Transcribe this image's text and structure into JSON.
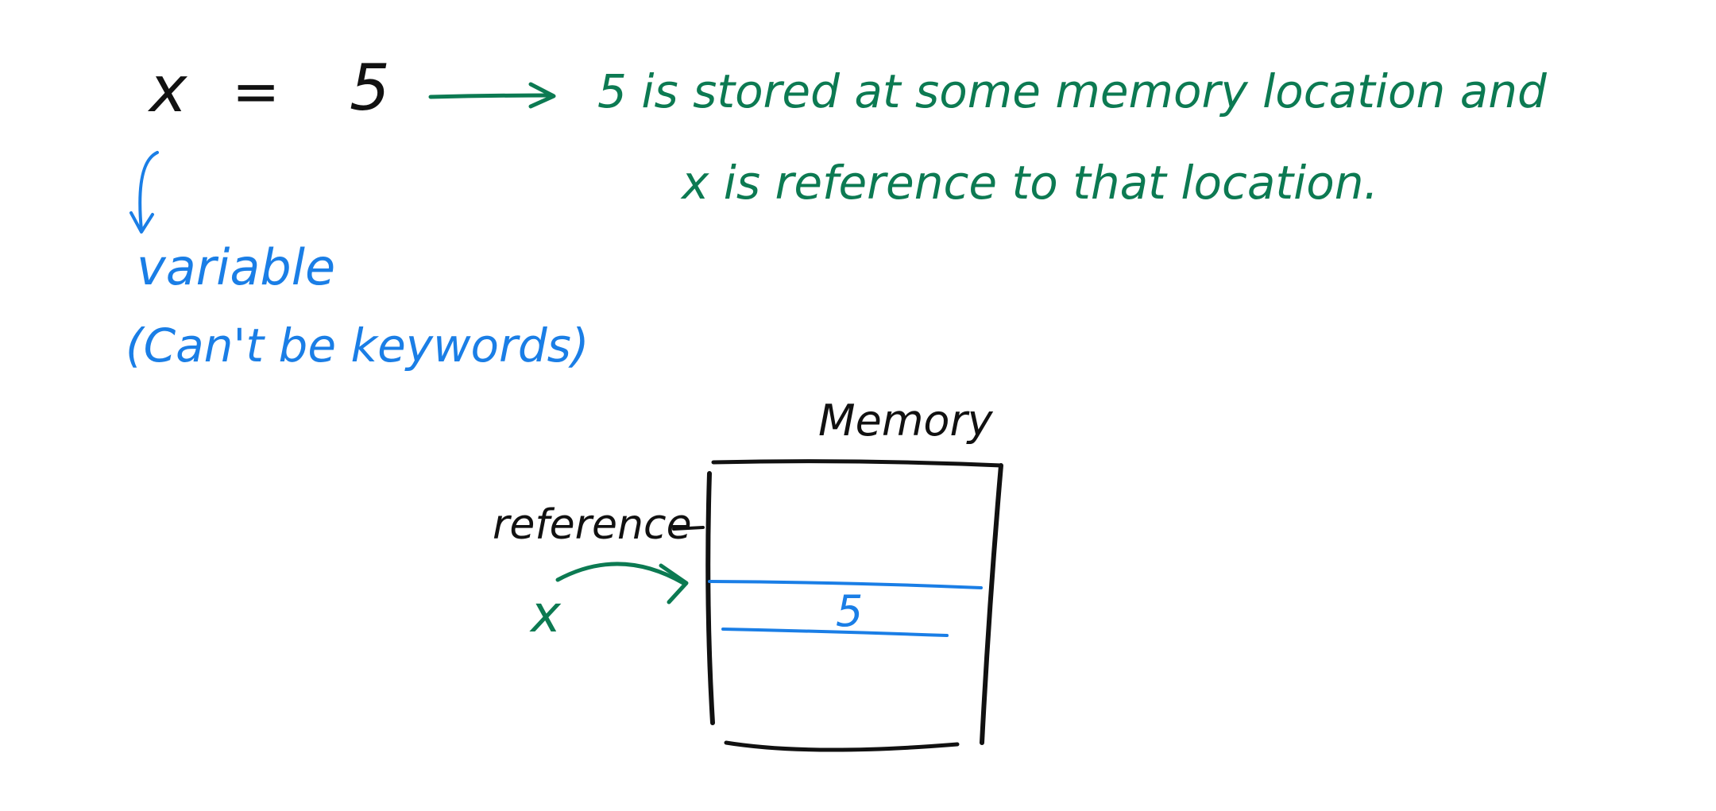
{
  "equation": {
    "variable": "x",
    "equals": "=",
    "value": "5"
  },
  "explanation": {
    "line1": "5 is stored at some memory location and",
    "line2": "x is reference to that location."
  },
  "variable_note": {
    "label": "variable",
    "note": "(Can't be keywords)"
  },
  "memory_diagram": {
    "title": "Memory",
    "reference_label": "reference",
    "variable": "x",
    "stored_value": "5"
  },
  "colors": {
    "black_ink": "#111111",
    "green_ink": "#0c7a52",
    "blue_ink": "#1a7ee6",
    "background": "#ffffff"
  }
}
